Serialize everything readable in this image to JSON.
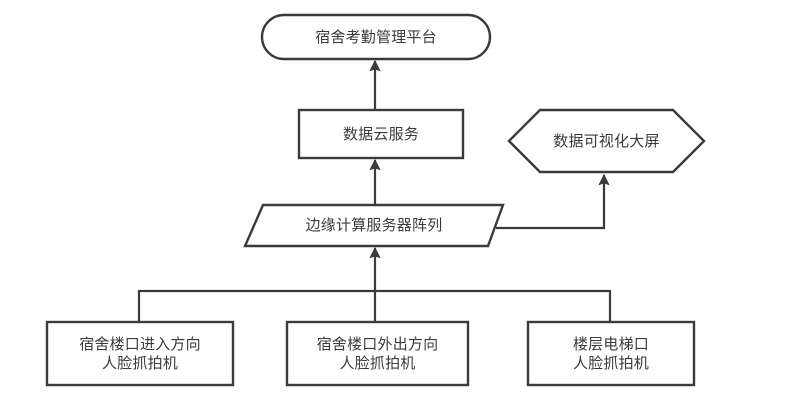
{
  "diagram": {
    "stroke_color": "#3b3b3b",
    "fill_color": "#ffffff",
    "background": "#ffffff",
    "text_color": "#3b3b3b",
    "nodes": [
      {
        "id": "platform",
        "shape": "rounded-rectangle",
        "label": "宿舍考勤管理平台"
      },
      {
        "id": "cloud-service",
        "shape": "rectangle",
        "label": "数据云服务"
      },
      {
        "id": "big-screen",
        "shape": "hexagon",
        "label": "数据可视化大屏"
      },
      {
        "id": "edge-servers",
        "shape": "parallelogram",
        "label": "边缘计算服务器阵列"
      },
      {
        "id": "camera-entry",
        "shape": "rectangle",
        "label": "宿舍楼口进入方向\n人脸抓拍机"
      },
      {
        "id": "camera-exit",
        "shape": "rectangle",
        "label": "宿舍楼口外出方向\n人脸抓拍机"
      },
      {
        "id": "camera-elevator",
        "shape": "rectangle",
        "label": "楼层电梯口\n人脸抓拍机"
      }
    ],
    "edges": [
      {
        "id": "cloud-to-platform",
        "from": "cloud-service",
        "to": "platform",
        "arrow": true
      },
      {
        "id": "edge-to-cloud",
        "from": "edge-servers",
        "to": "cloud-service",
        "arrow": true
      },
      {
        "id": "edge-to-bigscreen",
        "from": "edge-servers",
        "to": "big-screen",
        "arrow": true
      },
      {
        "id": "cameras-to-edge",
        "from": "camera-bus",
        "to": "edge-servers",
        "arrow": true
      },
      {
        "id": "camera-entry-to-bus",
        "from": "camera-entry",
        "to": "camera-bus",
        "arrow": false
      },
      {
        "id": "camera-exit-to-bus",
        "from": "camera-exit",
        "to": "camera-bus",
        "arrow": false
      },
      {
        "id": "camera-elevator-to-bus",
        "from": "camera-elevator",
        "to": "camera-bus",
        "arrow": false
      }
    ]
  }
}
